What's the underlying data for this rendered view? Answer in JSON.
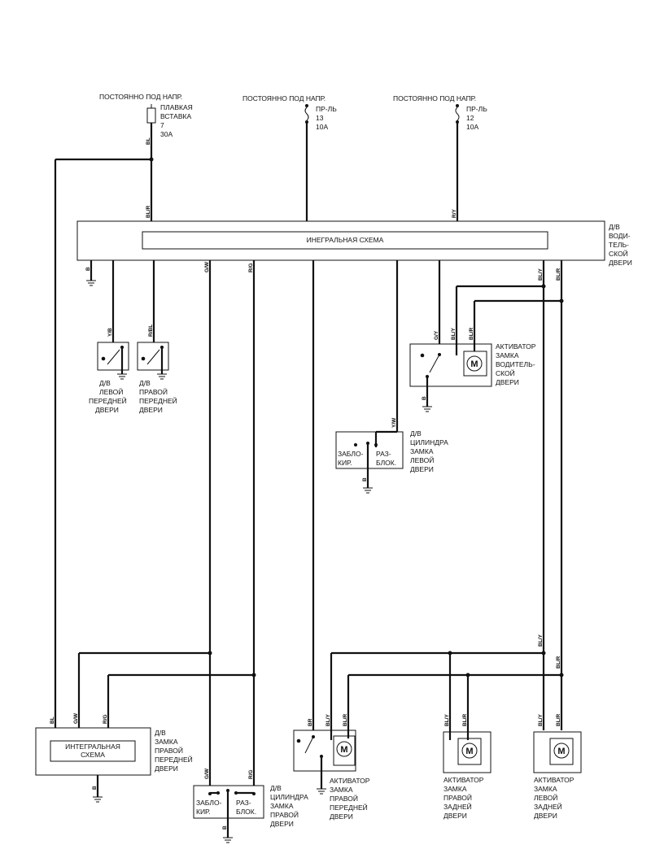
{
  "top_labels": {
    "supply_1": "ПОСТОЯННО ПОД НАПР.",
    "supply_2": "ПОСТОЯННО ПОД НАПР.",
    "supply_3": "ПОСТОЯННО ПОД НАПР."
  },
  "fuse_link": [
    "ПЛАВКАЯ",
    "ВСТАВКА",
    "7",
    "30A"
  ],
  "fuse_13": [
    "ПР-ЛЬ",
    "13",
    "10A"
  ],
  "fuse_12": [
    "ПР-ЛЬ",
    "12",
    "10A"
  ],
  "driver_door_unit": [
    "Д/В",
    "ВОДИ-",
    "ТЕЛЬ-",
    "СКОЙ",
    "ДВЕРИ"
  ],
  "integral_circuit_main": "ИНЕГРАЛЬНАЯ СХЕМА",
  "left_front_switch": [
    "Д/В",
    "ЛЕВОЙ",
    "ПЕРЕДНЕЙ",
    "ДВЕРИ"
  ],
  "right_front_switch": [
    "Д/В",
    "ПРАВОЙ",
    "ПЕРЕДНЕЙ",
    "ДВЕРИ"
  ],
  "driver_actuator": [
    "АКТИВАТОР",
    "ЗАМКА",
    "ВОДИТЕЛЬ-",
    "СКОЙ",
    "ДВЕРИ"
  ],
  "left_cylinder": [
    "Д/В",
    "ЦИЛИНДРА",
    "ЗАМКА",
    "ЛЕВОЙ",
    "ДВЕРИ"
  ],
  "lock_text": [
    "ЗАБЛО-",
    "КИР."
  ],
  "unlock_text": [
    "РАЗ-",
    "БЛОК."
  ],
  "right_front_lock_unit": [
    "Д/В",
    "ЗАМКА",
    "ПРАВОЙ",
    "ПЕРЕДНЕЙ",
    "ДВЕРИ"
  ],
  "integral_circuit_small": [
    "ИНТЕГРАЛЬНАЯ",
    "СХЕМА"
  ],
  "right_cylinder": [
    "Д/В",
    "ЦИЛИНДРА",
    "ЗАМКА",
    "ПРАВОЙ",
    "ДВЕРИ"
  ],
  "right_front_actuator": [
    "АКТИВАТОР",
    "ЗАМКА",
    "ПРАВОЙ",
    "ПЕРЕДНЕЙ",
    "ДВЕРИ"
  ],
  "right_rear_actuator": [
    "АКТИВАТОР",
    "ЗАМКА",
    "ПРАВОЙ",
    "ЗАДНЕЙ",
    "ДВЕРИ"
  ],
  "left_rear_actuator": [
    "АКТИВАТОР",
    "ЗАМКА",
    "ЛЕВОЙ",
    "ЗАДНЕЙ",
    "ДВЕРИ"
  ],
  "motor_symbol": "M",
  "wire_colors": {
    "bl": "BL",
    "bl_r": "BL/R",
    "r_y": "R/Y",
    "b": "B",
    "g_w": "G/W",
    "r_g": "R/G",
    "y_b": "Y/B",
    "r_bl": "R/BL",
    "bl_y": "BL/Y",
    "g_y": "G/Y",
    "y_w": "Y/W",
    "br": "BR"
  }
}
